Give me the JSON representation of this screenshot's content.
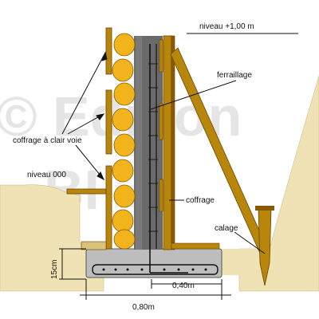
{
  "watermark": {
    "line1": "© Edition",
    "line2": "BI"
  },
  "labels": {
    "niveau_top": "niveau +1,00 m",
    "ferraillage": "ferraillage",
    "coffrage_claire_voie": "coffrage à clair voie",
    "niveau_000": "niveau 000",
    "coffrage": "coffrage",
    "calage": "calage",
    "dim_15cm": "15cm",
    "dim_040": "0,40m",
    "dim_080": "0,80m"
  },
  "colors": {
    "soil": "#efe2b4",
    "formwork": "#b8860b",
    "formwork_dark": "#8b5a00",
    "stone": "#f2b41c",
    "concrete": "#6a6a6a",
    "footing": "#bdbdbd",
    "rebar": "#111111"
  }
}
